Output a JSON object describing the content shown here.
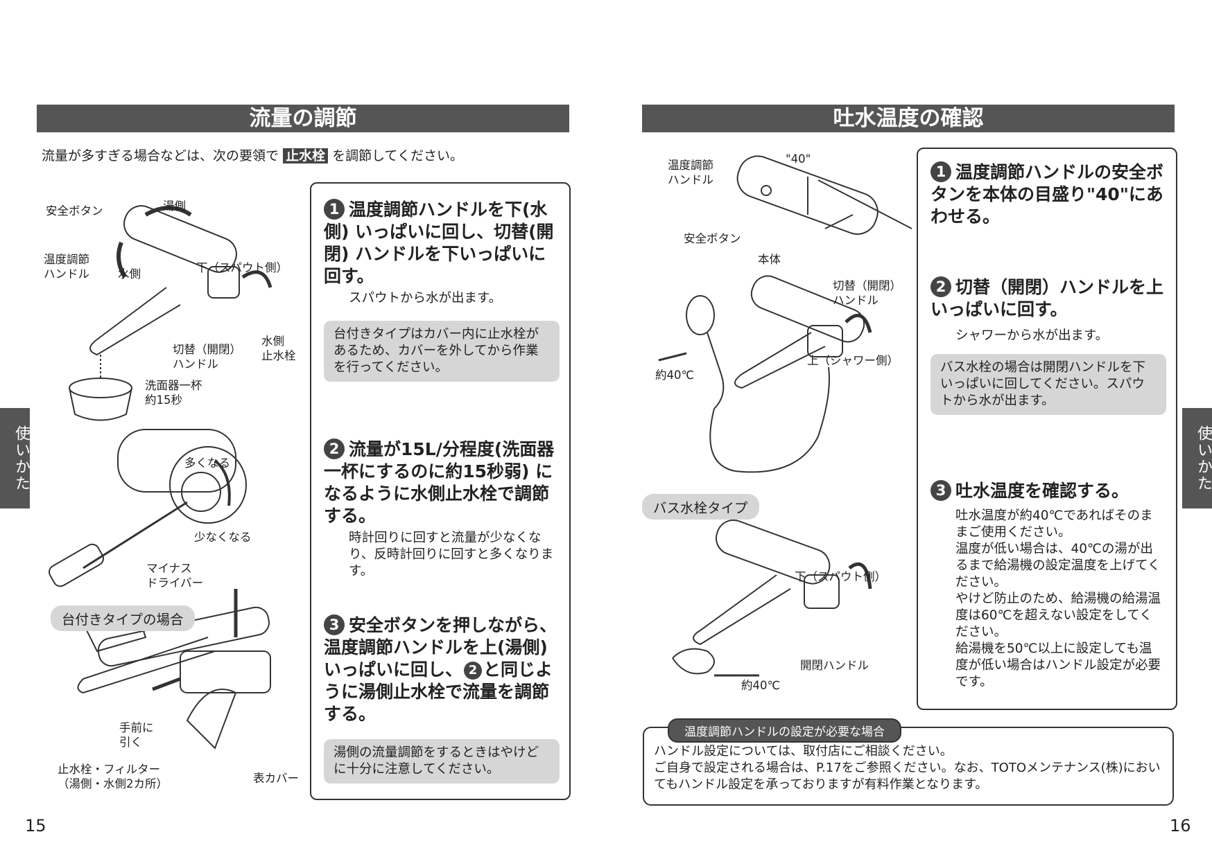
{
  "left": {
    "title": "流量の調節",
    "intro_before": "流量が多すぎる場合などは、次の要領で",
    "intro_highlight": "止水栓",
    "intro_after": "を調節してください。",
    "labels": {
      "safety_button": "安全ボタン",
      "hot_side": "湯側",
      "temp_handle": "温度調節\nハンドル",
      "water_side": "水側",
      "down_spout": "下（スパウト側）",
      "switch_handle": "切替（開閉）\nハンドル",
      "water_valve": "水側\n止水栓",
      "basin": "洗面器一杯\n約15秒",
      "more": "多くなる",
      "less": "少なくなる",
      "driver": "マイナス\nドライバー",
      "pull": "手前に\n引く",
      "valve_filter": "止水栓・フィルター\n（湯側・水側2カ所）",
      "cover": "表カバー"
    },
    "deck_type_label": "台付きタイプの場合",
    "steps": [
      {
        "num": "1",
        "title": "温度調節ハンドルを下(水側) いっぱいに回し、切替(開閉) ハンドルを下いっぱいに回す。",
        "sub": "スパウトから水が出ます。",
        "note": "台付きタイプはカバー内に止水栓があるため、カバーを外してから作業を行ってください。"
      },
      {
        "num": "2",
        "title": "流量が15L/分程度(洗面器一杯にするのに約15秒弱) になるように水側止水栓で調節する。",
        "sub": "時計回りに回すと流量が少なくなり、反時計回りに回すと多くなります。",
        "note": ""
      },
      {
        "num": "3",
        "title_a": "安全ボタンを押しながら、温度調節ハンドルを上(湯側)いっぱいに回し、",
        "title_ref": "2",
        "title_b": "と同じように湯側止水栓で流量を調節する。",
        "note": "湯側の流量調節をするときはやけどに十分に注意してください。"
      }
    ],
    "side_tab": "使いかた",
    "page_number": "15"
  },
  "right": {
    "title": "吐水温度の確認",
    "labels": {
      "temp_handle": "温度調節\nハンドル",
      "mark40": "\"40\"",
      "safety_button": "安全ボタン",
      "body": "本体",
      "switch_handle": "切替（開閉）\nハンドル",
      "up_shower": "上（シャワー側）",
      "approx40_a": "約40℃",
      "down_spout": "下（スパウト側）",
      "open_handle": "開閉ハンドル",
      "approx40_b": "約40℃"
    },
    "bath_type_label": "バス水栓タイプ",
    "steps": [
      {
        "num": "1",
        "title": "温度調節ハンドルの安全ボタンを本体の目盛り\"40\"にあわせる。"
      },
      {
        "num": "2",
        "title": "切替（開閉）ハンドルを上いっぱいに回す。",
        "sub": "シャワーから水が出ます。",
        "note": "バス水栓の場合は開閉ハンドルを下いっぱいに回してください。スパウトから水が出ます。"
      },
      {
        "num": "3",
        "title": "吐水温度を確認する。",
        "sub": "吐水温度が約40℃であればそのままご使用ください。\n温度が低い場合は、40℃の湯が出るまで給湯機の設定温度を上げてください。\nやけど防止のため、給湯機の給湯温度は60℃を超えない設定をしてください。\n給湯機を50℃以上に設定しても温度が低い場合はハンドル設定が必要です。"
      }
    ],
    "info_box": {
      "header": "温度調節ハンドルの設定が必要な場合",
      "line1": "ハンドル設定については、取付店にご相談ください。",
      "line2": "ご自身で設定される場合は、P.17をご参照ください。なお、TOTOメンテナンス(株)においてもハンドル設定を承っておりますが有料作業となります。"
    },
    "side_tab": "使いかた",
    "page_number": "16"
  }
}
